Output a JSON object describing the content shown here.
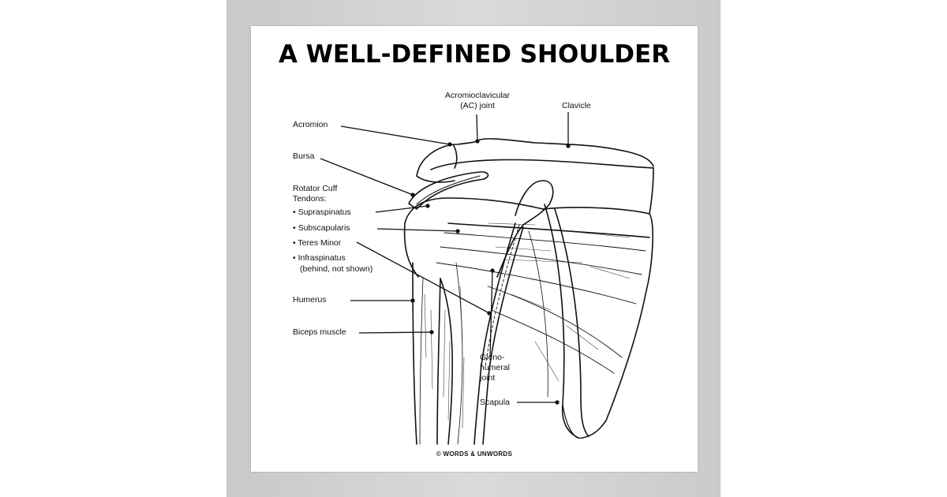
{
  "poster": {
    "title": "A WELL-DEFINED SHOULDER",
    "copyright": "© WORDS & UNWORDS"
  },
  "labels": {
    "ac_joint_line1": "Acromioclavicular",
    "ac_joint_line2": "(AC) joint",
    "clavicle": "Clavicle",
    "acromion": "Acromion",
    "bursa": "Bursa",
    "rotator_cuff_line1": "Rotator Cuff",
    "rotator_cuff_line2": "Tendons:",
    "supraspinatus": "• Supraspinatus",
    "subscapularis": "• Subscapularis",
    "teres_minor": "• Teres Minor",
    "infraspinatus": "• Infraspinatus",
    "infraspinatus_note": "(behind, not shown)",
    "humerus": "Humerus",
    "biceps": "Biceps muscle",
    "gleno_line1": "Gleno-",
    "gleno_line2": "humeral",
    "gleno_line3": "joint",
    "scapula": "Scapula"
  },
  "colors": {
    "ink": "#111111",
    "backdrop": "#d4d4d4",
    "paper": "#ffffff"
  }
}
